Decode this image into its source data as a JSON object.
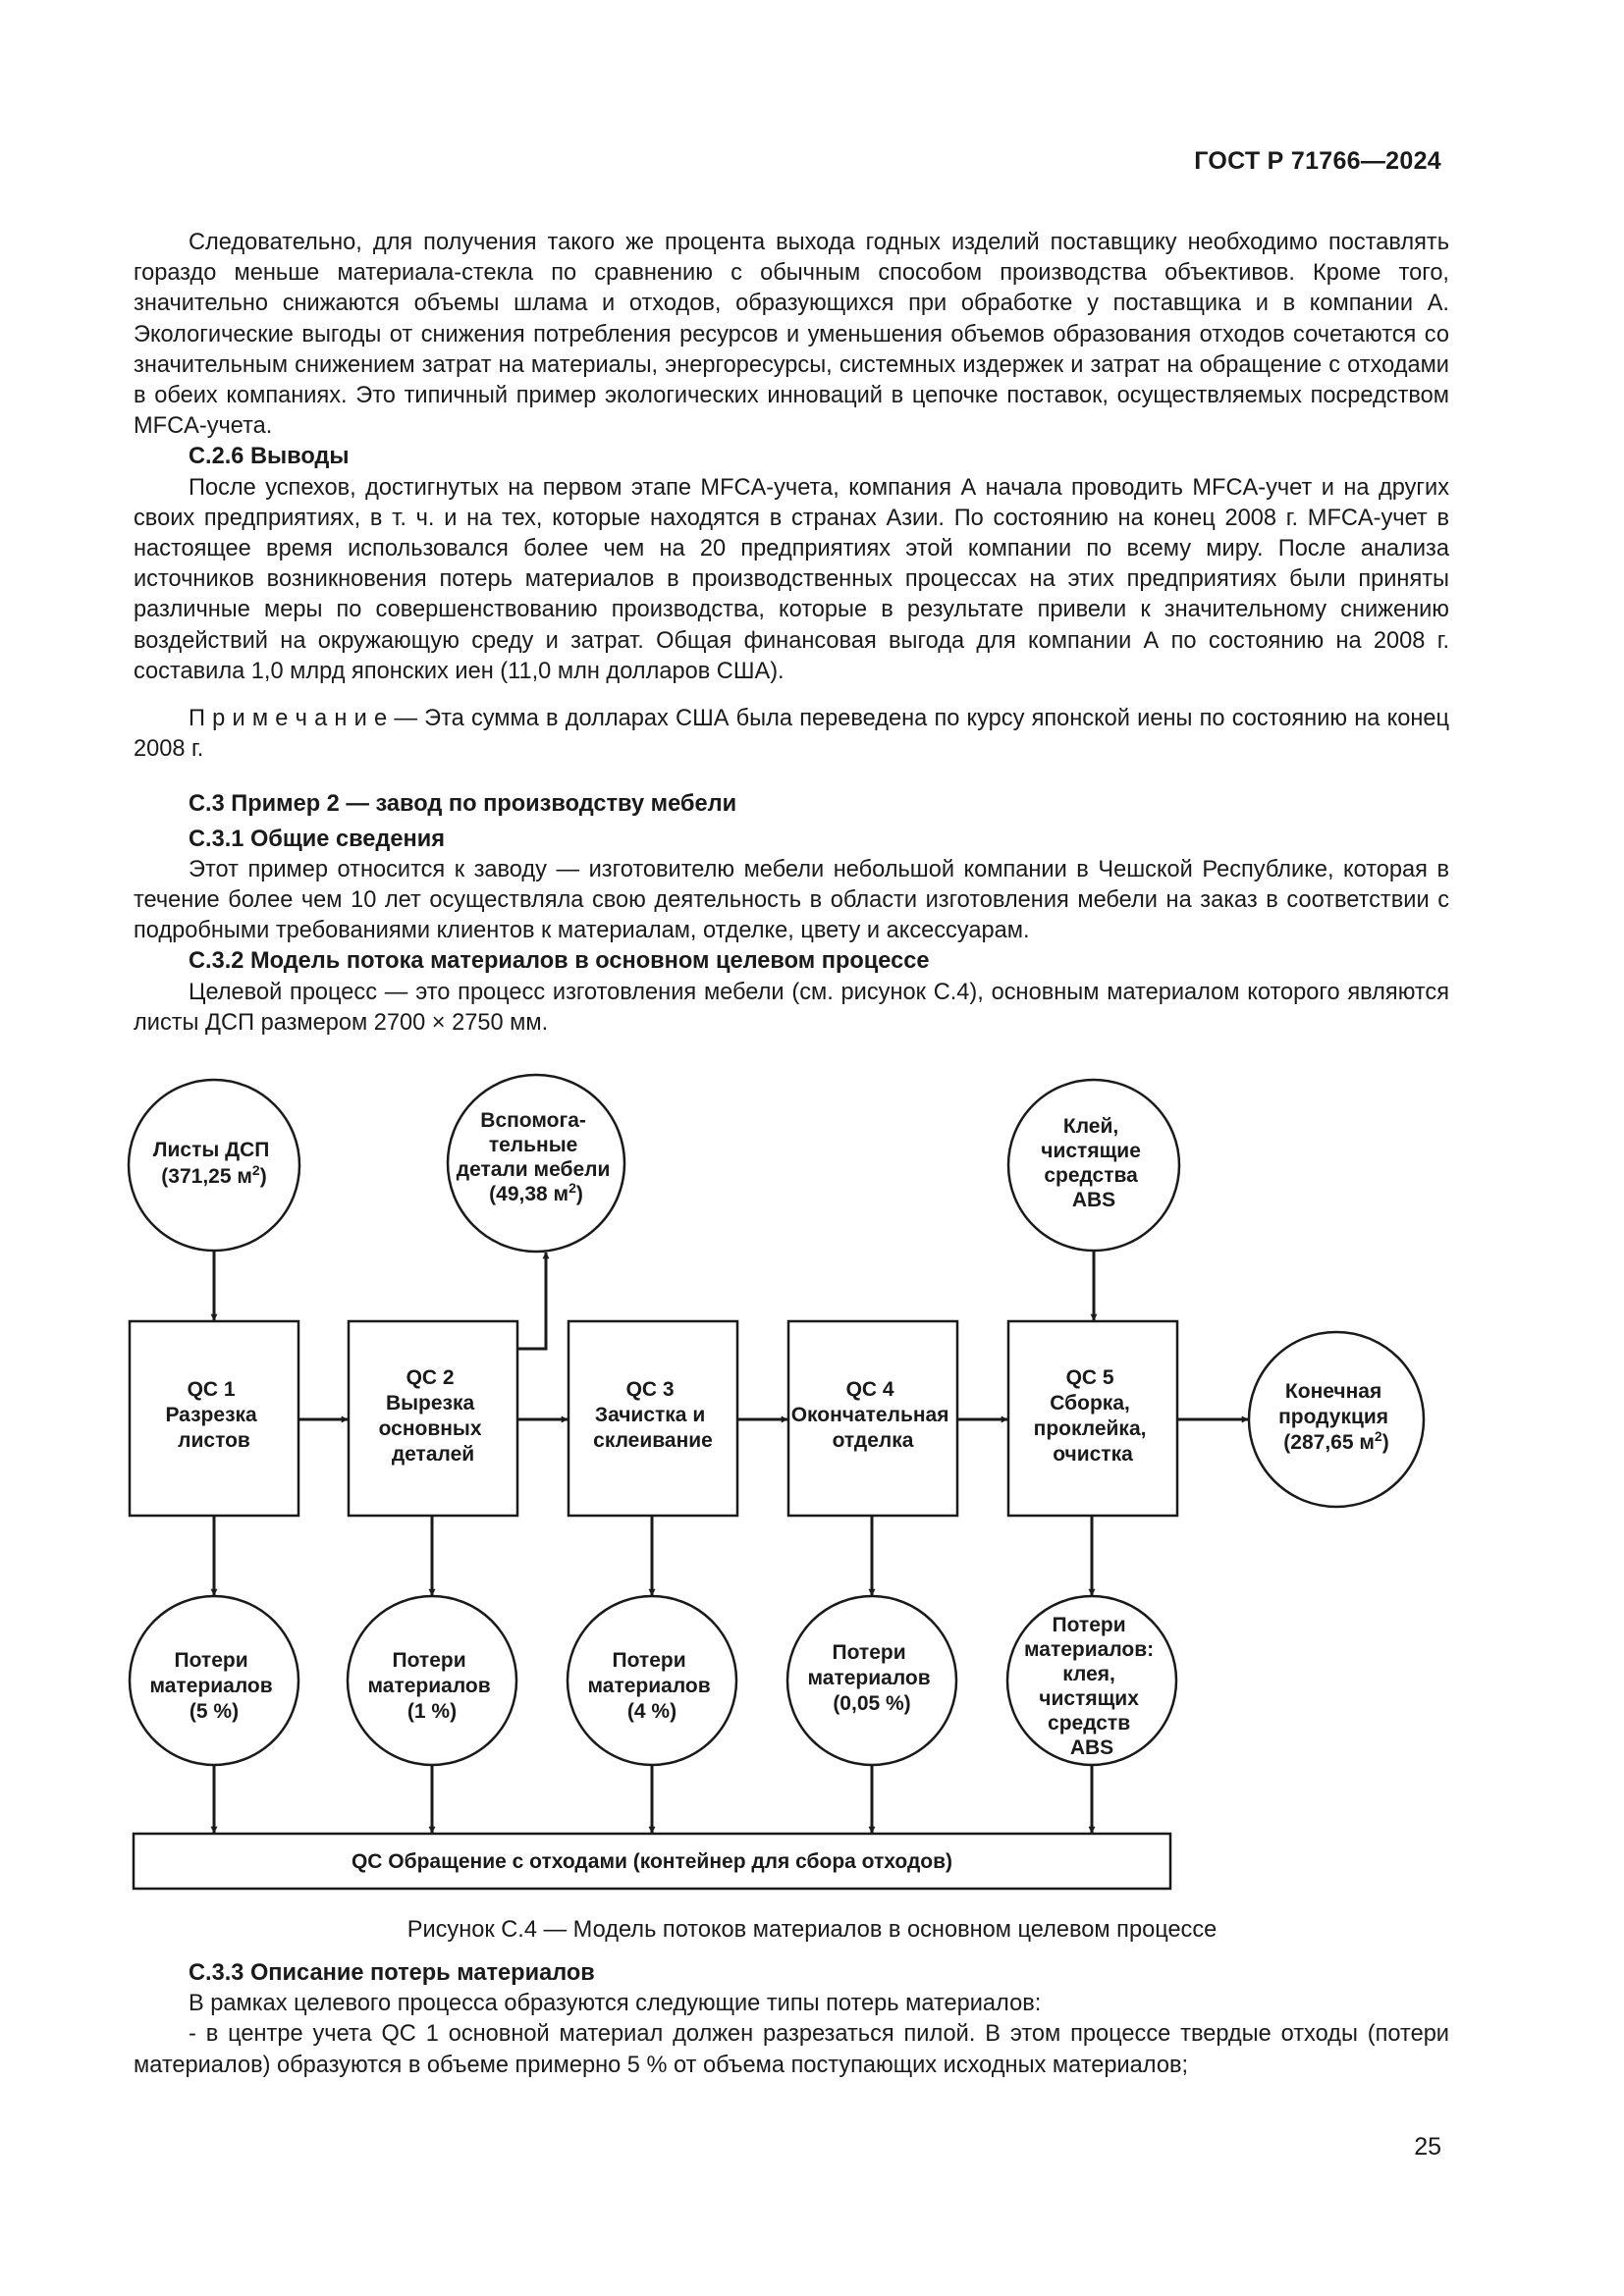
{
  "header": {
    "doc_number": "ГОСТ Р 71766—2024"
  },
  "top_text": {
    "p1": "Следовательно, для получения такого же процента выхода годных изделий поставщику необходимо поставлять гораздо меньше материала-стекла по сравнению с обычным способом производства объективов. Кроме того, значительно снижаются объемы шлама и отходов, образующихся при обработке у поставщика и в компании А. Экологические выгоды от снижения потребления ресурсов и уменьшения объемов образования отходов сочетаются со значительным снижением затрат на материалы, энергоресурсы, системных издержек и затрат на обращение с отходами в обеих компаниях. Это типичный пример экологических инноваций в цепочке поставок, осуществляемых посредством MFCA-учета.",
    "h_c26": "С.2.6 Выводы",
    "p2": "После успехов, достигнутых на первом этапе MFCA-учета, компания А начала проводить MFCA-учет и на других своих предприятиях, в т. ч. и на тех, которые находятся в странах Азии. По состоянию на конец 2008 г. MFCA-учет в настоящее время использовался более чем на 20 предприятиях этой компании по всему миру. После анализа источников возникновения потерь материалов в производственных процессах на этих предприятиях были приняты различные меры по совершенствованию производства, которые в результате привели к значительному снижению воздействий на окружающую среду и затрат. Общая финансовая выгода для компании А по состоянию на 2008 г. составила 1,0 млрд японских иен (11,0 млн долларов США).",
    "note": "П р и м е ч а н и е — Эта сумма в долларах США была переведена по курсу японской иены по состоянию на конец 2008 г.",
    "h_c3": "С.3 Пример 2 — завод по производству мебели",
    "h_c31": "С.3.1 Общие сведения",
    "p3": "Этот пример относится к заводу — изготовителю мебели небольшой компании в Чешской Республике, которая в течение более чем 10 лет осуществляла свою деятельность в области изготовления мебели на заказ в соответствии с подробными требованиями клиентов к материалам, отделке, цвету и аксессуарам.",
    "h_c32": "С.3.2 Модель потока материалов в основном целевом процессе",
    "p4": "Целевой процесс — это процесс изготовления мебели (см. рисунок С.4), основным материалом которого являются листы ДСП размером 2700 × 2750 мм."
  },
  "figure": {
    "inputs": {
      "dsp": [
        "Листы ДСП",
        "(371,25 м",
        "2",
        ")"
      ],
      "aux": [
        "Вспомога-",
        "тельные",
        "детали мебели",
        "(49,38 м",
        "2",
        ")"
      ],
      "glue": [
        "Клей,",
        "чистящие",
        "средства",
        "ABS"
      ]
    },
    "qc": [
      [
        "QC 1",
        "Разрезка",
        "листов"
      ],
      [
        "QC 2",
        "Вырезка",
        "основных",
        "деталей"
      ],
      [
        "QC 3",
        "Зачистка и",
        "склеивание"
      ],
      [
        "QC 4",
        "Окончательная",
        "отделка"
      ],
      [
        "QC 5",
        "Сборка,",
        "проклейка,",
        "очистка"
      ]
    ],
    "product": [
      "Конечная",
      "продукция",
      "(287,65 м",
      "2",
      ")"
    ],
    "losses": [
      [
        "Потери",
        "материалов",
        "(5 %)"
      ],
      [
        "Потери",
        "материалов",
        "(1 %)"
      ],
      [
        "Потери",
        "материалов",
        "(4 %)"
      ],
      [
        "Потери",
        "материалов",
        "(0,05 %)"
      ],
      [
        "Потери",
        "материалов:",
        "клея,",
        "чистящих",
        "средств",
        "ABS"
      ]
    ],
    "waste": "QC Обращение с отходами (контейнер для сбора отходов)",
    "caption": "Рисунок С.4 — Модель потоков материалов в основном целевом процессе"
  },
  "bottom_text": {
    "h_c33": "С.3.3 Описание потерь материалов",
    "p5": "В рамках целевого процесса образуются следующие типы потерь материалов:",
    "p6": "- в центре учета QC 1 основной материал должен разрезаться пилой. В этом процессе твердые отходы (потери материалов) образуются в объеме примерно 5 % от объема поступающих исходных материалов;"
  },
  "page": {
    "number": "25"
  }
}
